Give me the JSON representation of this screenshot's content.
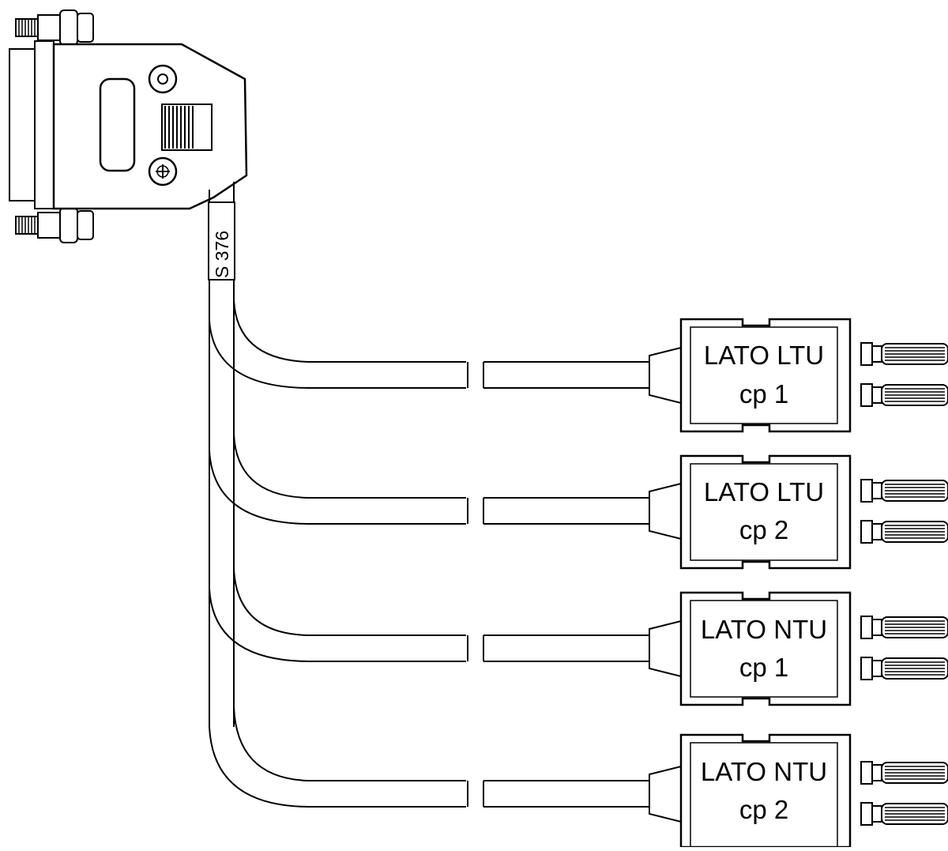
{
  "cable_label": "S 376",
  "connectors": [
    {
      "line1": "LATO LTU",
      "line2": "cp 1"
    },
    {
      "line1": "LATO LTU",
      "line2": "cp 2"
    },
    {
      "line1": "LATO NTU",
      "line2": "cp 1"
    },
    {
      "line1": "LATO NTU",
      "line2": "cp 2"
    }
  ]
}
